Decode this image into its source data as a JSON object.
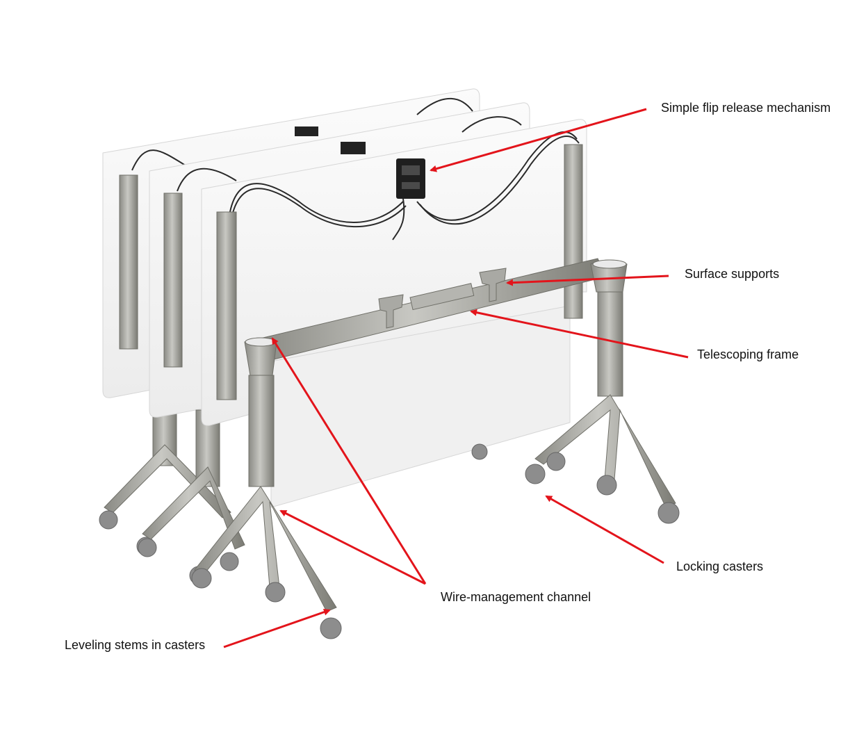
{
  "colors": {
    "arrow": "#e3141b",
    "panel": "#f4f4f4",
    "panel_edge": "#d9d9d9",
    "metal": "#9c9c97",
    "metal_dark": "#77776f",
    "metal_light": "#c4c4bf",
    "cable": "#2a2a2a",
    "wheel": "#8d8d8d",
    "text": "#111111"
  },
  "callouts": {
    "flip_release": "Simple flip release mechanism",
    "surface_supports": "Surface supports",
    "telescoping_frame": "Telescoping frame",
    "locking_casters": "Locking casters",
    "wire_channel": "Wire-management channel",
    "leveling_stems": "Leveling stems in casters"
  }
}
